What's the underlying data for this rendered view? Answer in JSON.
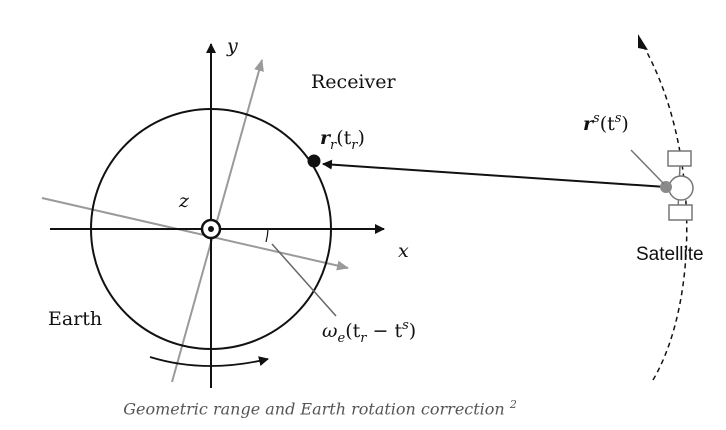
{
  "labels": {
    "y_axis": "y",
    "x_axis": "x",
    "z_axis": "z",
    "receiver": "Receiver",
    "receiver_pos": {
      "bold": "r",
      "sub": "r",
      "open": "(t",
      "sub2": "r",
      "close": ")"
    },
    "satellite": "Satellite",
    "satellite_pos": {
      "bold": "r",
      "sup": "s",
      "open": "(t",
      "sup2": "s",
      "close": ")"
    },
    "earth": "Earth",
    "rotation_angle": {
      "omega": "ω",
      "sub": "e",
      "open": "(t",
      "sub2": "r",
      "minus": " − t",
      "sup": "s",
      "close": ")"
    }
  },
  "caption": {
    "text": "Geometric range and Earth rotation correction ",
    "sup": "2"
  },
  "colors": {
    "ink": "#111111",
    "rotated_axes": "#9a9a9a",
    "caption": "#555555"
  },
  "icons": [
    "z-axis-out-of-page-icon",
    "receiver-dot-icon",
    "satellite-icon",
    "rotation-arrow-icon"
  ]
}
